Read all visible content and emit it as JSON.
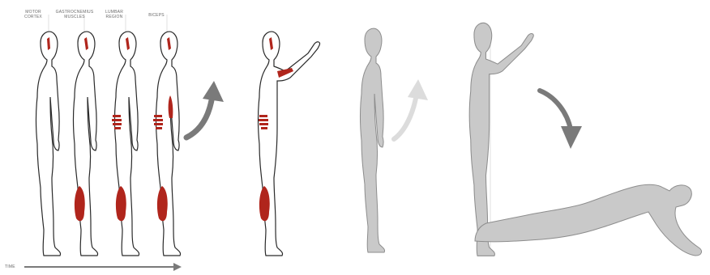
{
  "labels": {
    "motor_cortex": "MOTOR\nCORTEX",
    "gastrocnemius": "GASTROCNEMIUS\nMUSCLES",
    "lumbar_region": "LUMBAR\nREGION",
    "biceps": "BICEPS"
  },
  "time_axis": {
    "label": "TIME"
  },
  "colors": {
    "muscle_red": "#b0251c",
    "figure_outline": "#2a2a2a",
    "gray_figure_fill": "#c9c9c9",
    "gray_figure_stroke": "#8d8d8d",
    "arrow_dark": "#7a7a7a",
    "arrow_light": "#dcdcdc",
    "guide_line": "#d8d8d8"
  }
}
